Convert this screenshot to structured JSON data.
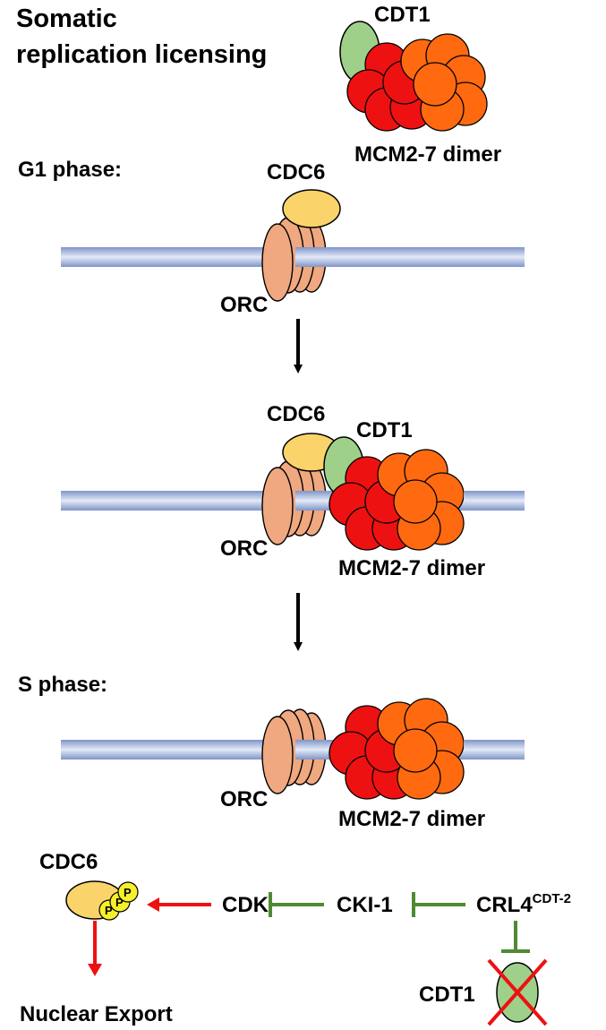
{
  "title": {
    "line1": "Somatic",
    "line2": "replication licensing"
  },
  "phases": {
    "g1": "G1 phase:",
    "s": "S phase:"
  },
  "labels": {
    "cdt1": "CDT1",
    "cdc6": "CDC6",
    "orc": "ORC",
    "mcm": "MCM2-7 dimer",
    "cdk": "CDK",
    "cki": "CKI-1",
    "crl4": "CRL4",
    "crl4_sup": "CDT-2",
    "phospho": "P",
    "nuclear_export": "Nuclear Export"
  },
  "colors": {
    "dna": "#9fb2dc",
    "dna_light": "#dde4f5",
    "orc": "#f0a880",
    "cdc6": "#fad36a",
    "cdt1": "#9fd08a",
    "mcm_red": "#ee1111",
    "mcm_orange": "#ff6a10",
    "phospho": "#f5f02a",
    "activation_arrow": "#ee1111",
    "inhibition": "#4f8a33",
    "cross": "#ee1111"
  }
}
